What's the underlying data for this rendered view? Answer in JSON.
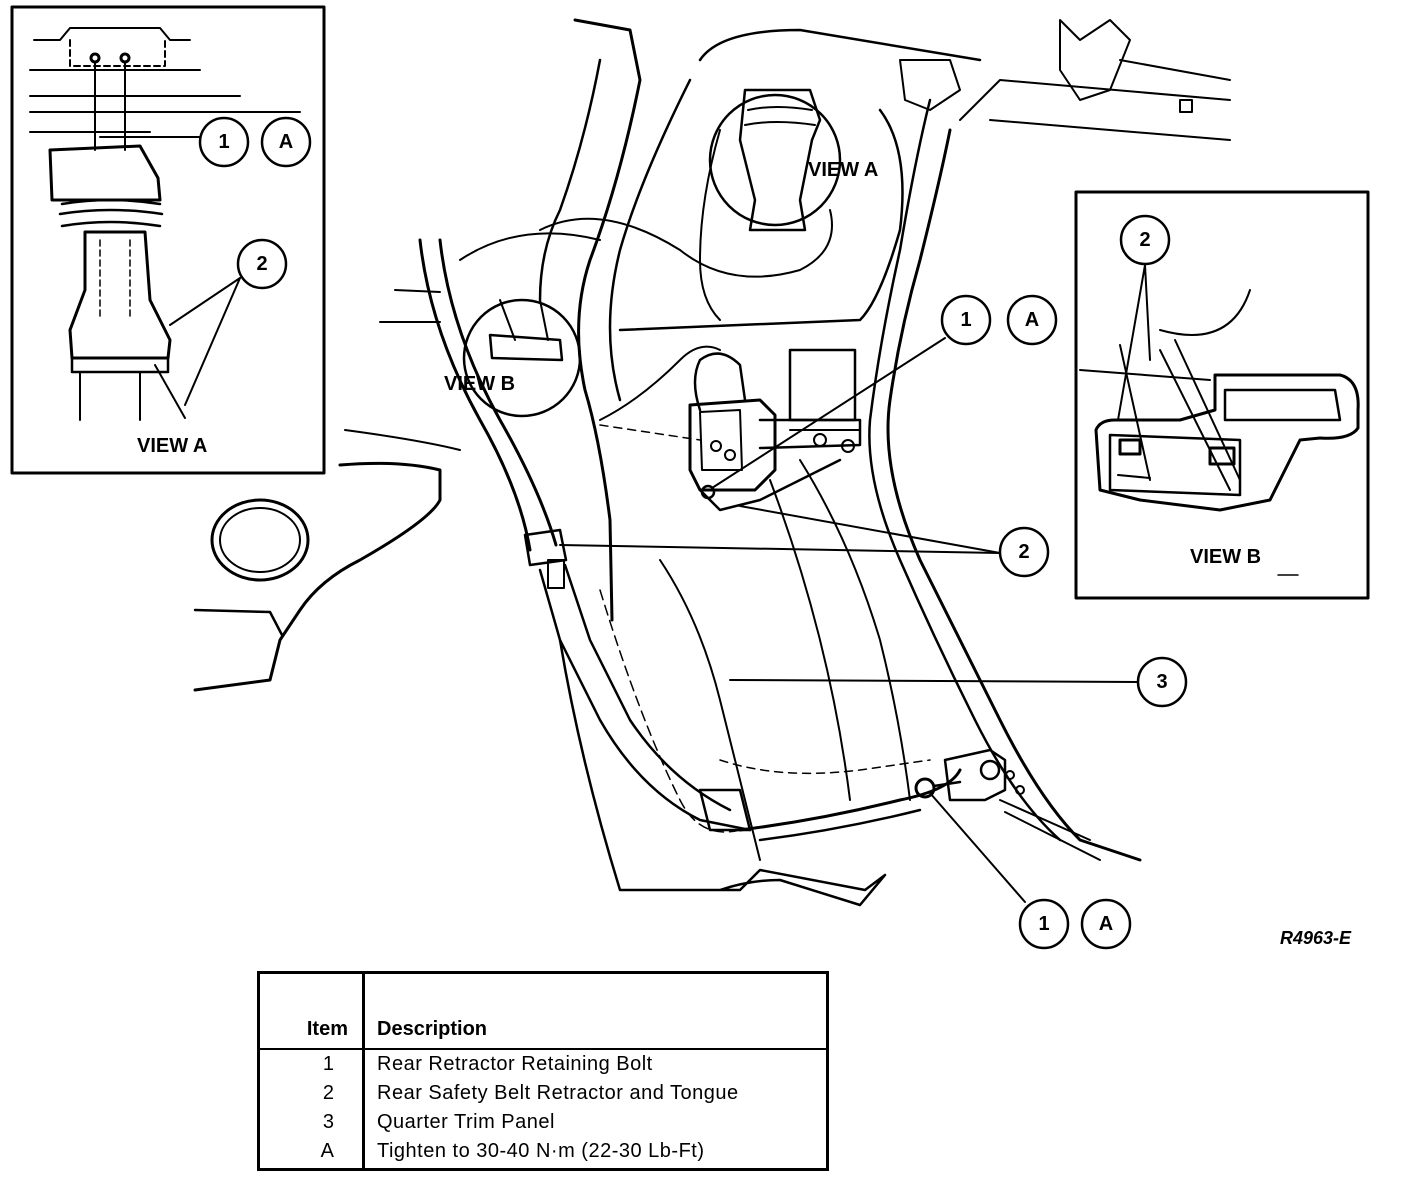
{
  "figure_id": "R4963-E",
  "view_a": {
    "caption": "VIEW A"
  },
  "view_b": {
    "caption": "VIEW B"
  },
  "main_view_labels": {
    "view_a": "VIEW A",
    "view_b": "VIEW B"
  },
  "callouts": {
    "inset_a": [
      {
        "text": "1"
      },
      {
        "text": "A"
      },
      {
        "text": "2"
      }
    ],
    "inset_b": [
      {
        "text": "2"
      }
    ],
    "main": [
      {
        "text": "1"
      },
      {
        "text": "A"
      },
      {
        "text": "2"
      },
      {
        "text": "3"
      },
      {
        "text": "1"
      },
      {
        "text": "A"
      }
    ]
  },
  "legend": {
    "headers": {
      "item": "Item",
      "description": "Description"
    },
    "rows": [
      {
        "item": "1",
        "description": "Rear Retractor Retaining Bolt"
      },
      {
        "item": "2",
        "description": "Rear Safety Belt Retractor and Tongue"
      },
      {
        "item": "3",
        "description": "Quarter Trim Panel"
      },
      {
        "item": "A",
        "description": "Tighten to 30-40 N·m (22-30 Lb-Ft)"
      }
    ]
  }
}
